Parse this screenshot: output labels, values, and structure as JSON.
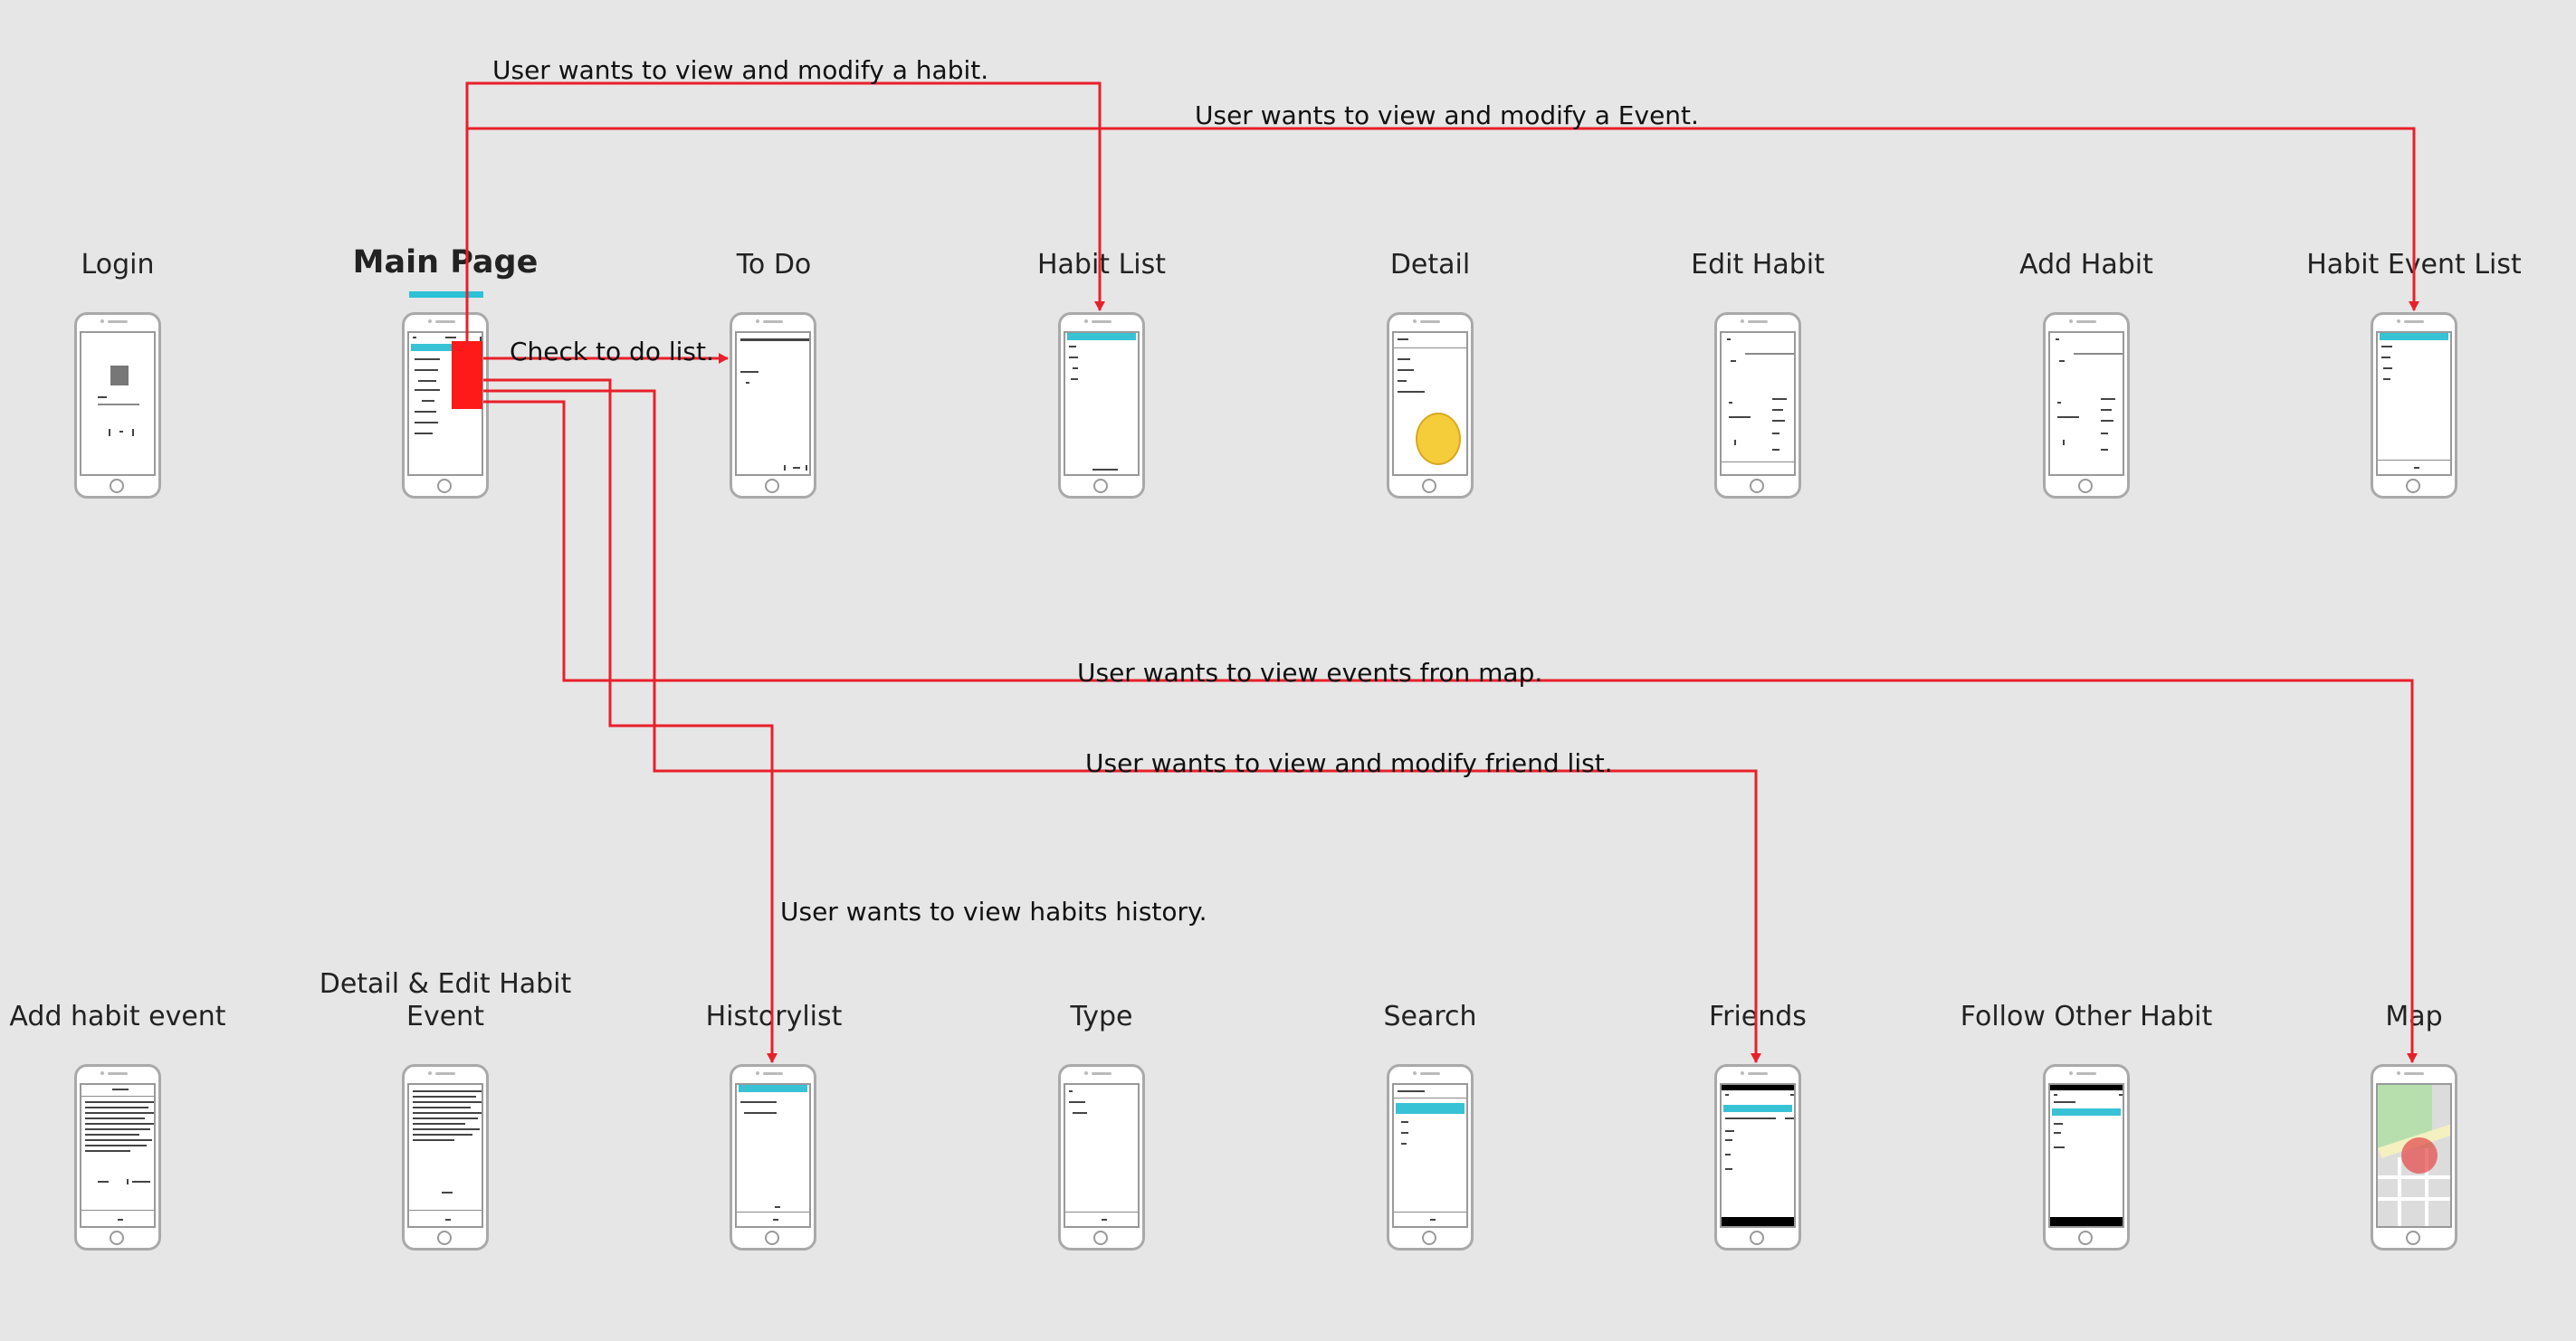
{
  "screens_top": [
    {
      "id": "login",
      "title": "Login"
    },
    {
      "id": "main-page",
      "title": "Main Page"
    },
    {
      "id": "to-do",
      "title": "To Do"
    },
    {
      "id": "habit-list",
      "title": "Habit List"
    },
    {
      "id": "detail",
      "title": "Detail"
    },
    {
      "id": "edit-habit",
      "title": "Edit Habit"
    },
    {
      "id": "add-habit",
      "title": "Add Habit"
    },
    {
      "id": "habit-event-list",
      "title": "Habit Event List"
    }
  ],
  "screens_bottom": [
    {
      "id": "add-habit-event",
      "title": "Add habit event"
    },
    {
      "id": "detail-edit-habit-event",
      "title": "Detail & Edit Habit Event"
    },
    {
      "id": "historylist",
      "title": "Historylist"
    },
    {
      "id": "type",
      "title": "Type"
    },
    {
      "id": "search",
      "title": "Search"
    },
    {
      "id": "friends",
      "title": "Friends"
    },
    {
      "id": "follow-other-habit",
      "title": "Follow Other Habit"
    },
    {
      "id": "map",
      "title": "Map"
    }
  ],
  "annotations": {
    "habit": "User wants to view and modify a habit.",
    "event": "User wants to view and modify a Event.",
    "todo": "Check to do list.",
    "map": "User wants to view events fron map.",
    "friends": "User wants to view and modify friend list.",
    "history": "User wants to view habits history."
  },
  "colors": {
    "background": "#e6e6e6",
    "arrow": "#e8202a",
    "accent": "#38c2d6",
    "phone_frame": "#a9a9a9"
  }
}
